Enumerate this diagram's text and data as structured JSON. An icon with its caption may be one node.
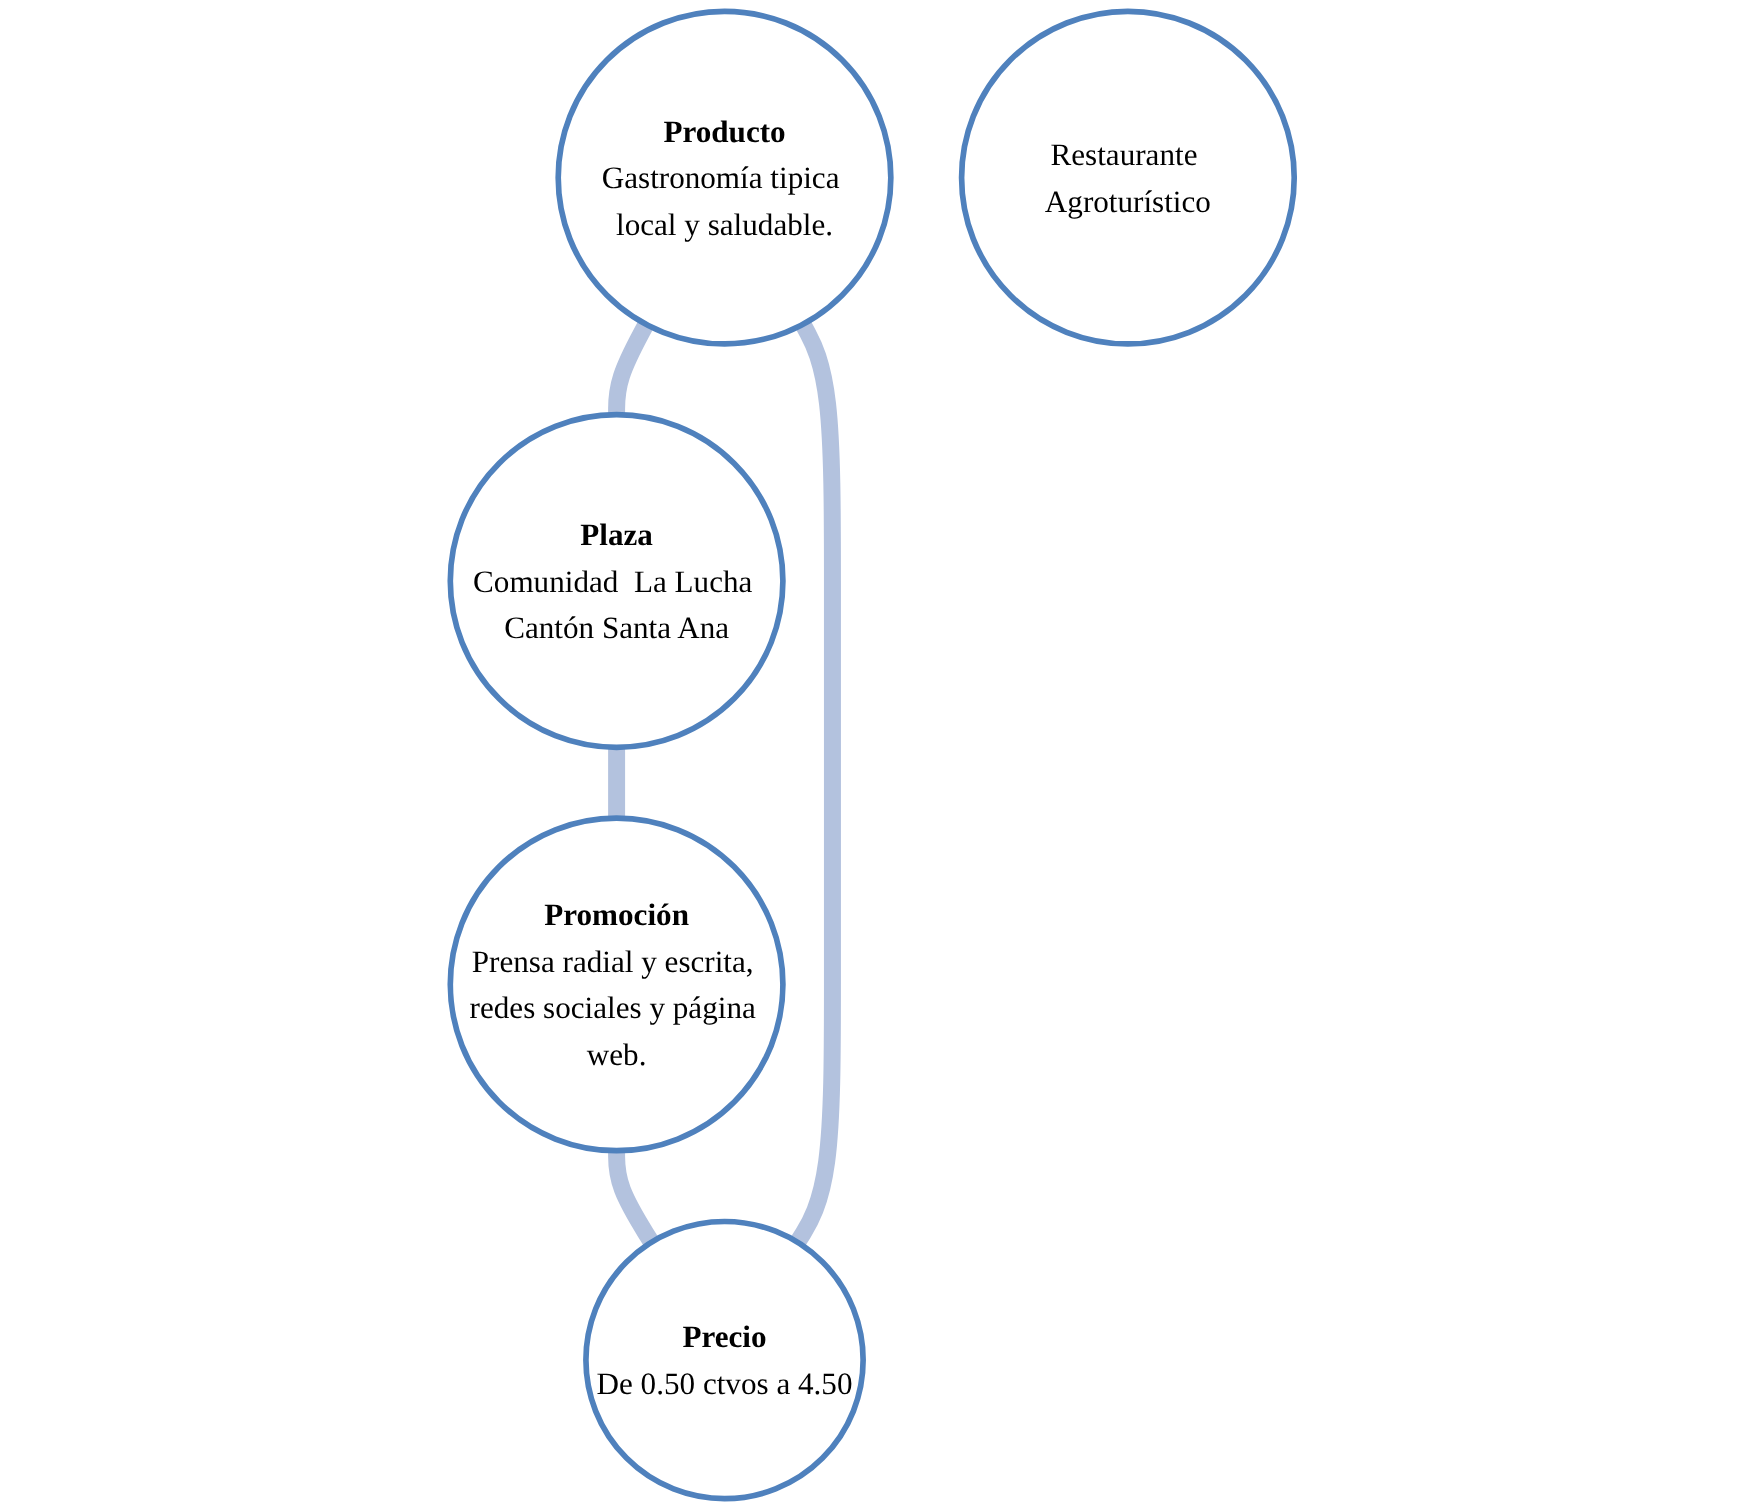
{
  "diagram": {
    "nodes": [
      {
        "text": [
          "Producto",
          "Gastronomía tipica local y saludable."
        ]
      },
      {
        "text": [
          "Precio",
          "De 0.50 ctvos a 4.50"
        ]
      },
      {
        "text": [
          "Restaurante Agroturístico"
        ]
      },
      {
        "text": [
          "Plaza",
          "Comunidad  La Lucha Cantón Santa Ana"
        ]
      },
      {
        "text": [
          "Promoción",
          "Prensa radial y escrita, redes sociales y página web."
        ]
      }
    ],
    "edges": [
      {
        "from": 0,
        "to": 3,
        "arrow": "none"
      },
      {
        "from": 3,
        "to": 4,
        "arrow": "none"
      },
      {
        "from": 4,
        "to": 1,
        "arrow": "none"
      },
      {
        "from": 1,
        "to": 0,
        "arrow": "none"
      }
    ]
  }
}
